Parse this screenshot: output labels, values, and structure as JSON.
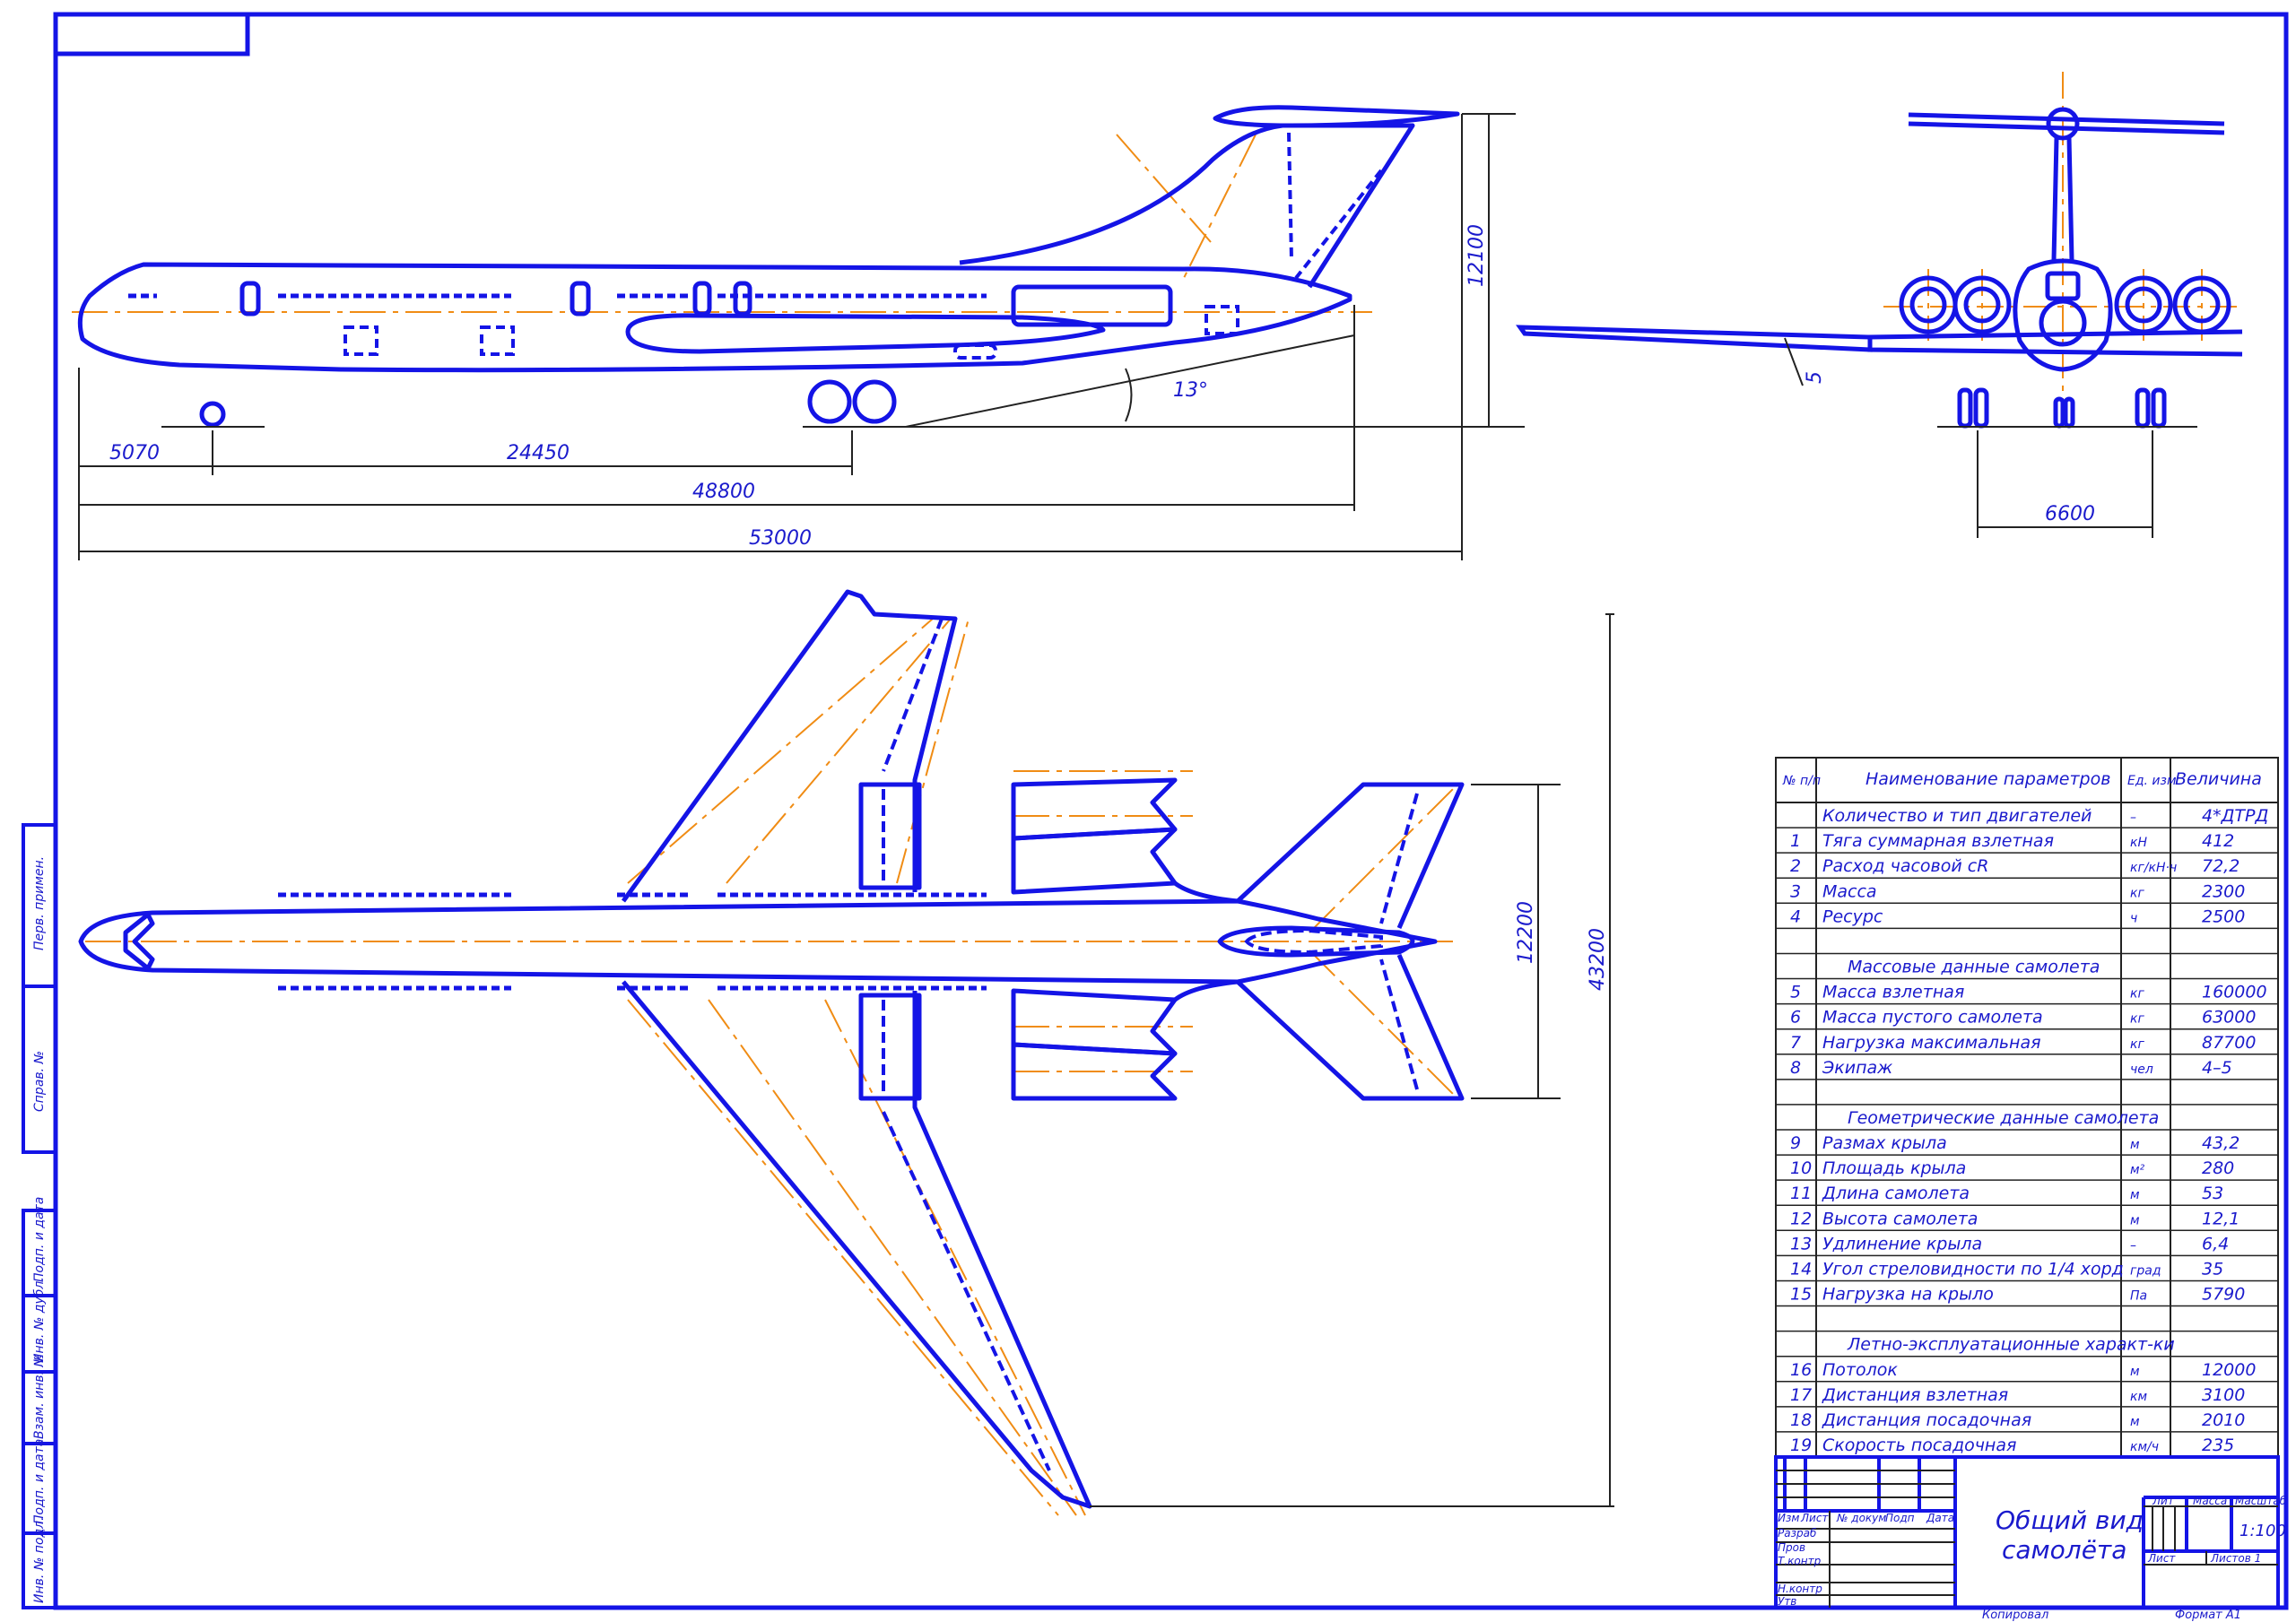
{
  "colors": {
    "line": "#1414e6",
    "axis": "#f08c14",
    "thin": "#333333",
    "text": "#1a1acc"
  },
  "dimensions": {
    "side_nose_gear": "5070",
    "side_gear_base": "24450",
    "side_fuselage": "48800",
    "side_total": "53000",
    "side_height": "12100",
    "side_angle": "13°",
    "front_dihedral": "5",
    "front_track": "6600",
    "plan_tail_span": "12200",
    "plan_wing_span": "43200"
  },
  "table": {
    "headers": {
      "num": "№ п/п",
      "name": "Наименование параметров",
      "unit": "Ед. изм",
      "value": "Величина"
    },
    "rows": [
      {
        "num": "",
        "name": "Количество и тип двигателей",
        "unit": "–",
        "value": "4*ДТРД"
      },
      {
        "num": "1",
        "name": "Тяга суммарная взлетная",
        "unit": "кН",
        "value": "412"
      },
      {
        "num": "2",
        "name": "Расход часовой  cR",
        "unit": "кг/кН·ч",
        "value": "72,2"
      },
      {
        "num": "3",
        "name": "Масса",
        "unit": "кг",
        "value": "2300"
      },
      {
        "num": "4",
        "name": "Ресурс",
        "unit": "ч",
        "value": "2500"
      },
      {
        "num": "",
        "name": "",
        "unit": "",
        "value": ""
      },
      {
        "num": "",
        "name": "Массовые данные самолета",
        "unit": "",
        "value": "",
        "section": true
      },
      {
        "num": "5",
        "name": "Масса взлетная",
        "unit": "кг",
        "value": "160000"
      },
      {
        "num": "6",
        "name": "Масса пустого самолета",
        "unit": "кг",
        "value": "63000"
      },
      {
        "num": "7",
        "name": "Нагрузка максимальная",
        "unit": "кг",
        "value": "87700"
      },
      {
        "num": "8",
        "name": "Экипаж",
        "unit": "чел",
        "value": "4–5"
      },
      {
        "num": "",
        "name": "",
        "unit": "",
        "value": ""
      },
      {
        "num": "",
        "name": "Геометрические данные самолета",
        "unit": "",
        "value": "",
        "section": true
      },
      {
        "num": "9",
        "name": "Размах крыла",
        "unit": "м",
        "value": "43,2"
      },
      {
        "num": "10",
        "name": "Площадь крыла",
        "unit": "м²",
        "value": "280"
      },
      {
        "num": "11",
        "name": "Длина самолета",
        "unit": "м",
        "value": "53"
      },
      {
        "num": "12",
        "name": "Высота самолета",
        "unit": "м",
        "value": "12,1"
      },
      {
        "num": "13",
        "name": "Удлинение крыла",
        "unit": "–",
        "value": "6,4"
      },
      {
        "num": "14",
        "name": "Угол стреловидности по 1/4    хорд",
        "unit": "град",
        "value": "35"
      },
      {
        "num": "15",
        "name": "Нагрузка на крыло",
        "unit": "Па",
        "value": "5790"
      },
      {
        "num": "",
        "name": "",
        "unit": "",
        "value": ""
      },
      {
        "num": "",
        "name": "Летно-эксплуатационные характ-ки",
        "unit": "",
        "value": "",
        "section": true
      },
      {
        "num": "16",
        "name": "Потолок",
        "unit": "м",
        "value": "12000"
      },
      {
        "num": "17",
        "name": "Дистанция взлетная",
        "unit": "км",
        "value": "3100"
      },
      {
        "num": "18",
        "name": "Дистанция посадочная",
        "unit": "м",
        "value": "2010"
      },
      {
        "num": "19",
        "name": "Скорость посадочная",
        "unit": "км/ч",
        "value": "235"
      }
    ]
  },
  "title_block": {
    "title_line1": "Общий вид",
    "title_line2": "самолёта",
    "col_izm": "Изм",
    "col_list": "Лист",
    "col_doc": "№ докум",
    "col_sign": "Подп",
    "col_date": "Дата",
    "row_razrab": "Разраб",
    "row_prov": "Пров",
    "row_tkontr": "Т.контр",
    "row_nkontr": "Н.контр",
    "row_utv": "Утв",
    "lit": "Лит",
    "massa": "Масса",
    "masshtab": "Масштаб",
    "scale_value": "1:100",
    "list": "Лист",
    "listov": "Листов   1",
    "copied": "Копировал",
    "format": "Формат    А1"
  },
  "side_stamp": [
    "Перв. примен.",
    "Справ. №",
    "Подп. и дата",
    "Инв. № дубл.",
    "Взам. инв. №",
    "Подп. и дата",
    "Инв. № подл."
  ]
}
